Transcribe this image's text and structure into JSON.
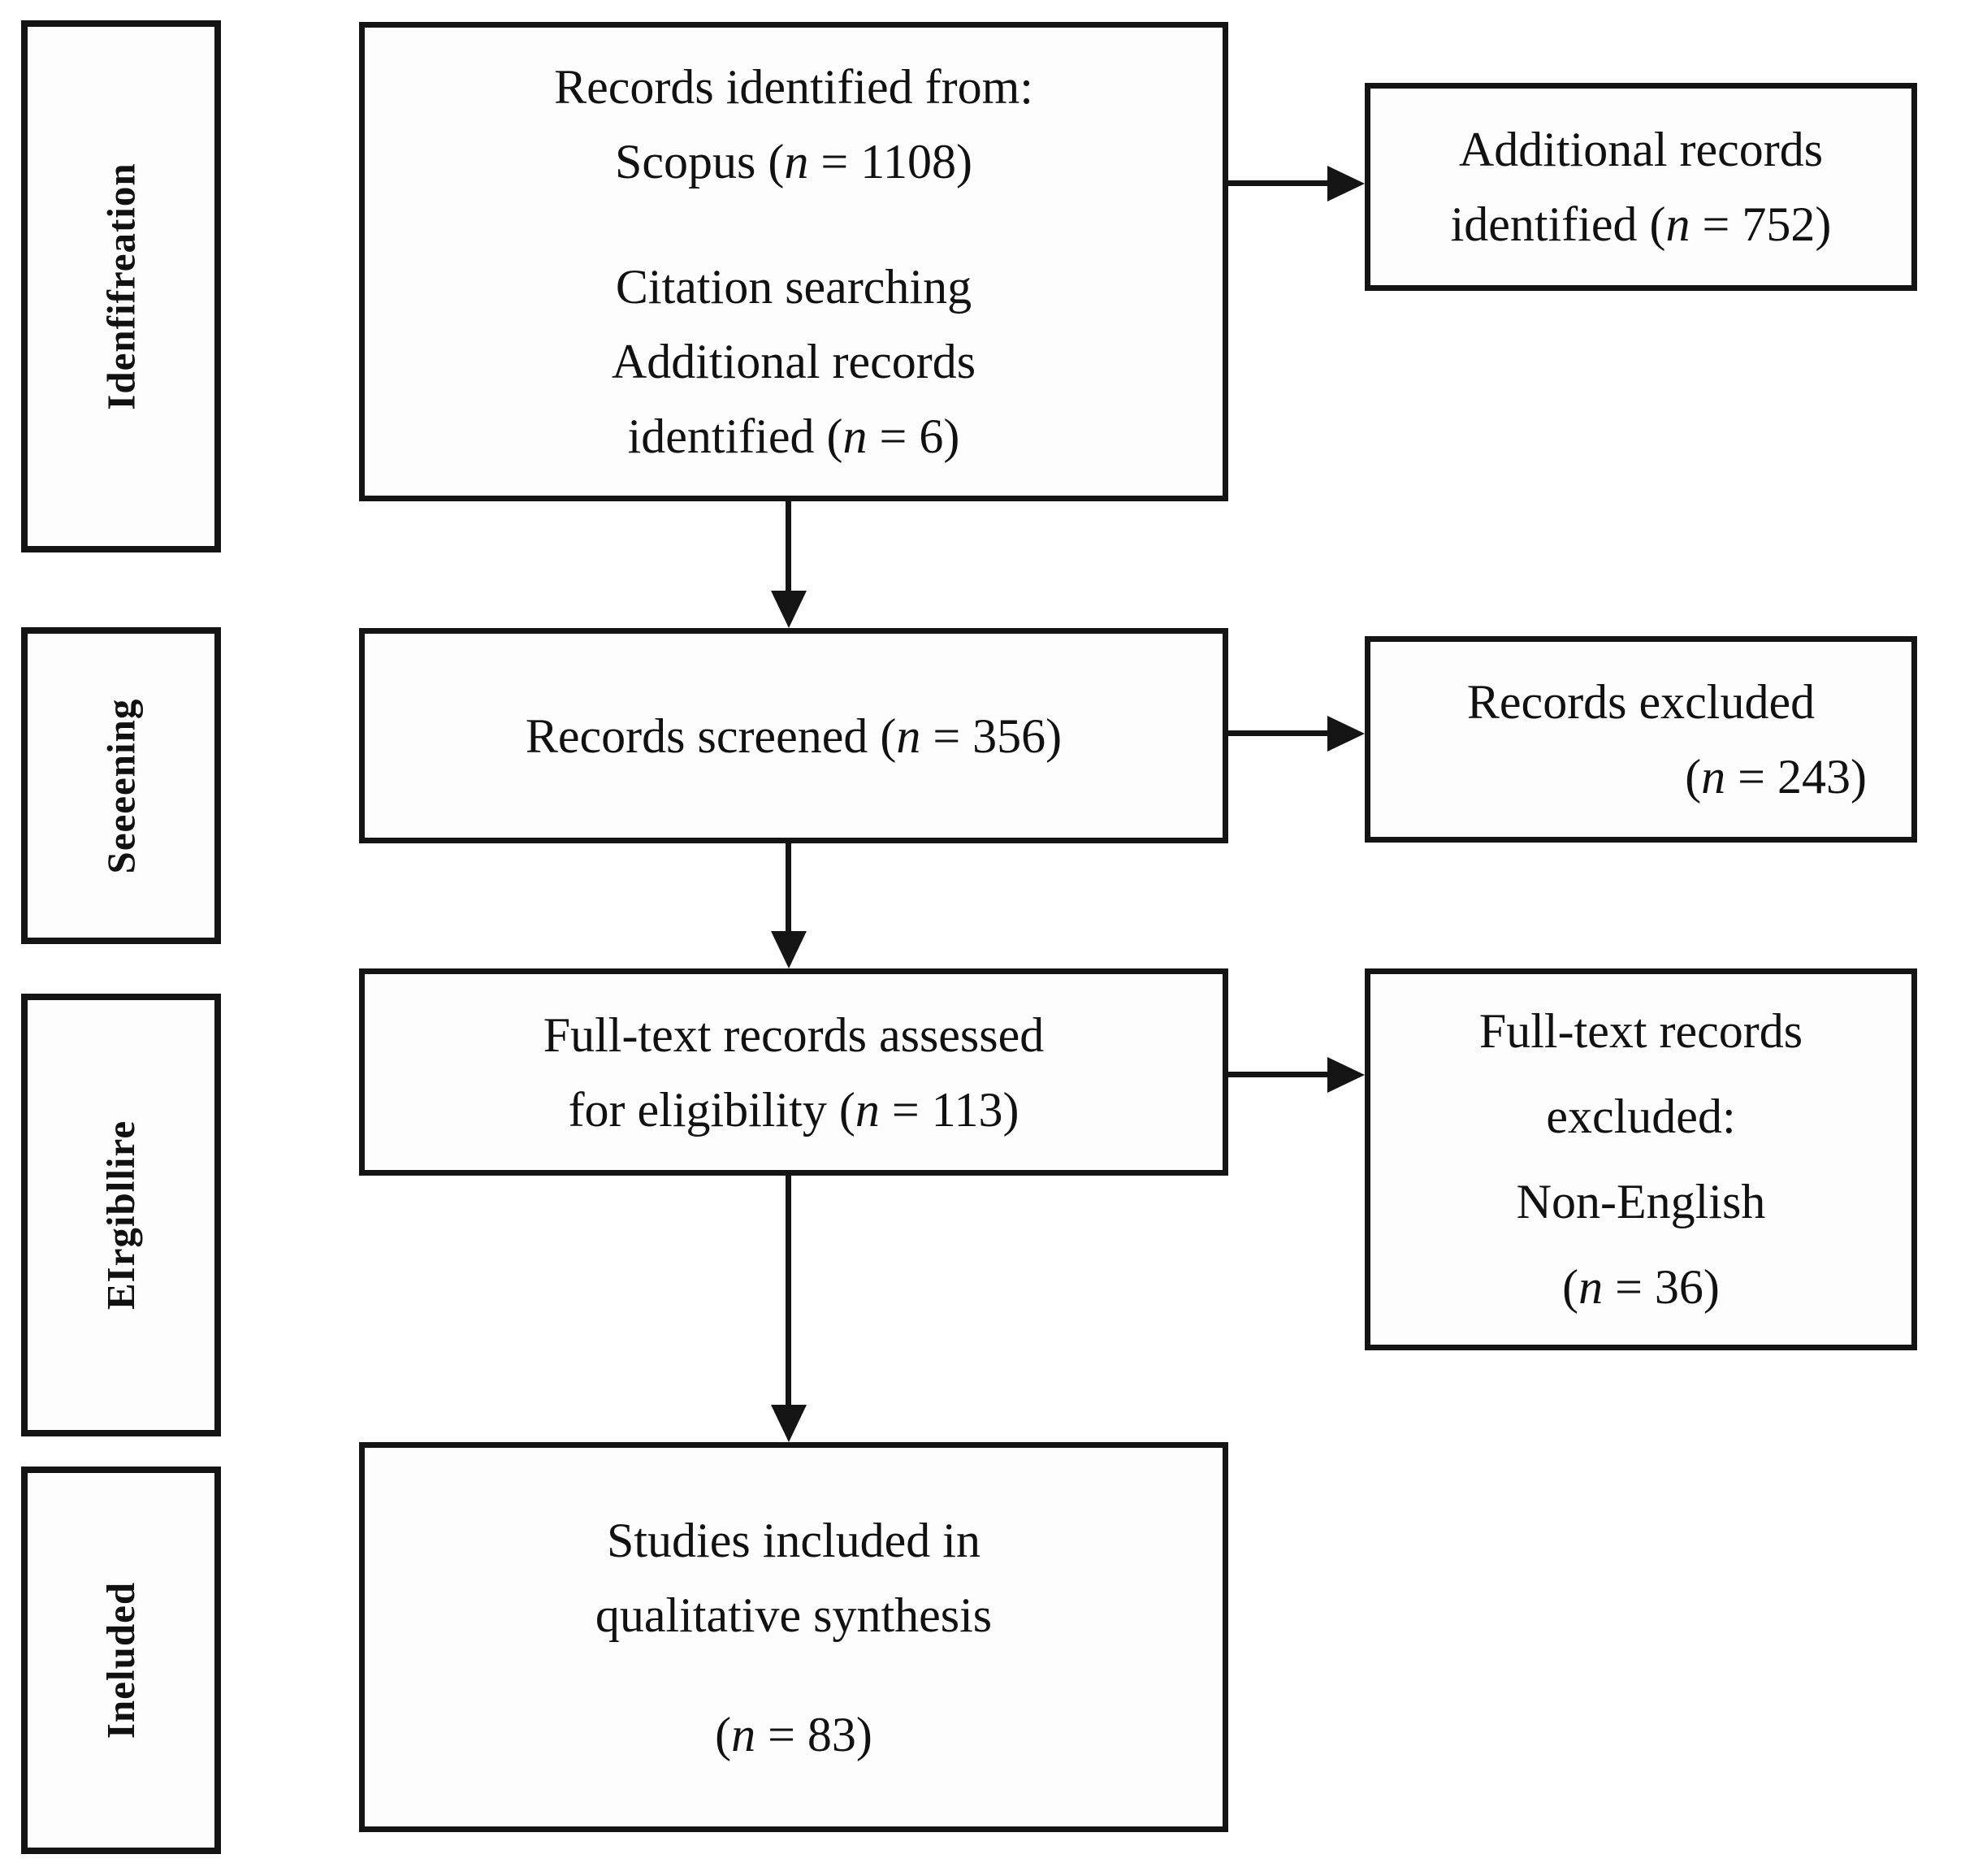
{
  "figure": {
    "type": "prisma-flow-diagram",
    "ink_color": "#141414",
    "background_color": "#fdfdfd"
  },
  "sidebar": {
    "stages": [
      {
        "label": "Idenfifreation"
      },
      {
        "label": "Seeeening"
      },
      {
        "label": "EIrgibllire"
      },
      {
        "label": "Ineluded"
      }
    ]
  },
  "boxes": {
    "identification": {
      "line1": {
        "t": "Records identified from:"
      },
      "line2": {
        "pre": "Scopus (",
        "n": "n",
        "post": " = 1108)"
      },
      "line3": {
        "t": "Citation searching"
      },
      "line4": {
        "t": "Additional records"
      },
      "line5": {
        "pre": "identified (",
        "n": "n",
        "post": " = 6)"
      }
    },
    "additional_identified": {
      "line1": {
        "t": "Additional records"
      },
      "line2": {
        "pre": "identified (",
        "n": "n",
        "post": " = 752)"
      }
    },
    "records_screened": {
      "line1": {
        "pre": "Records screened (",
        "n": "n",
        "post": " = 356)"
      }
    },
    "records_excluded": {
      "line1": {
        "t": "Records excluded"
      },
      "line2": {
        "pre": "(",
        "n": "n",
        "post": " = 243)"
      }
    },
    "fulltext_assessed": {
      "line1": {
        "t": "Full-text records assessed"
      },
      "line2": {
        "pre": "for eligibility (",
        "n": "n",
        "post": " = 113)"
      }
    },
    "fulltext_excluded": {
      "line1": {
        "t": "Full-text records"
      },
      "line2": {
        "t": "excluded:"
      },
      "line3": {
        "t": "Non-English"
      },
      "line4": {
        "pre": "(",
        "n": "n",
        "post": " = 36)"
      }
    },
    "studies_included": {
      "line1": {
        "t": "Studies included in"
      },
      "line2": {
        "t": "qualitative synthesis"
      },
      "line3": {
        "pre": "(",
        "n": "n",
        "post": " = 83)"
      }
    }
  }
}
